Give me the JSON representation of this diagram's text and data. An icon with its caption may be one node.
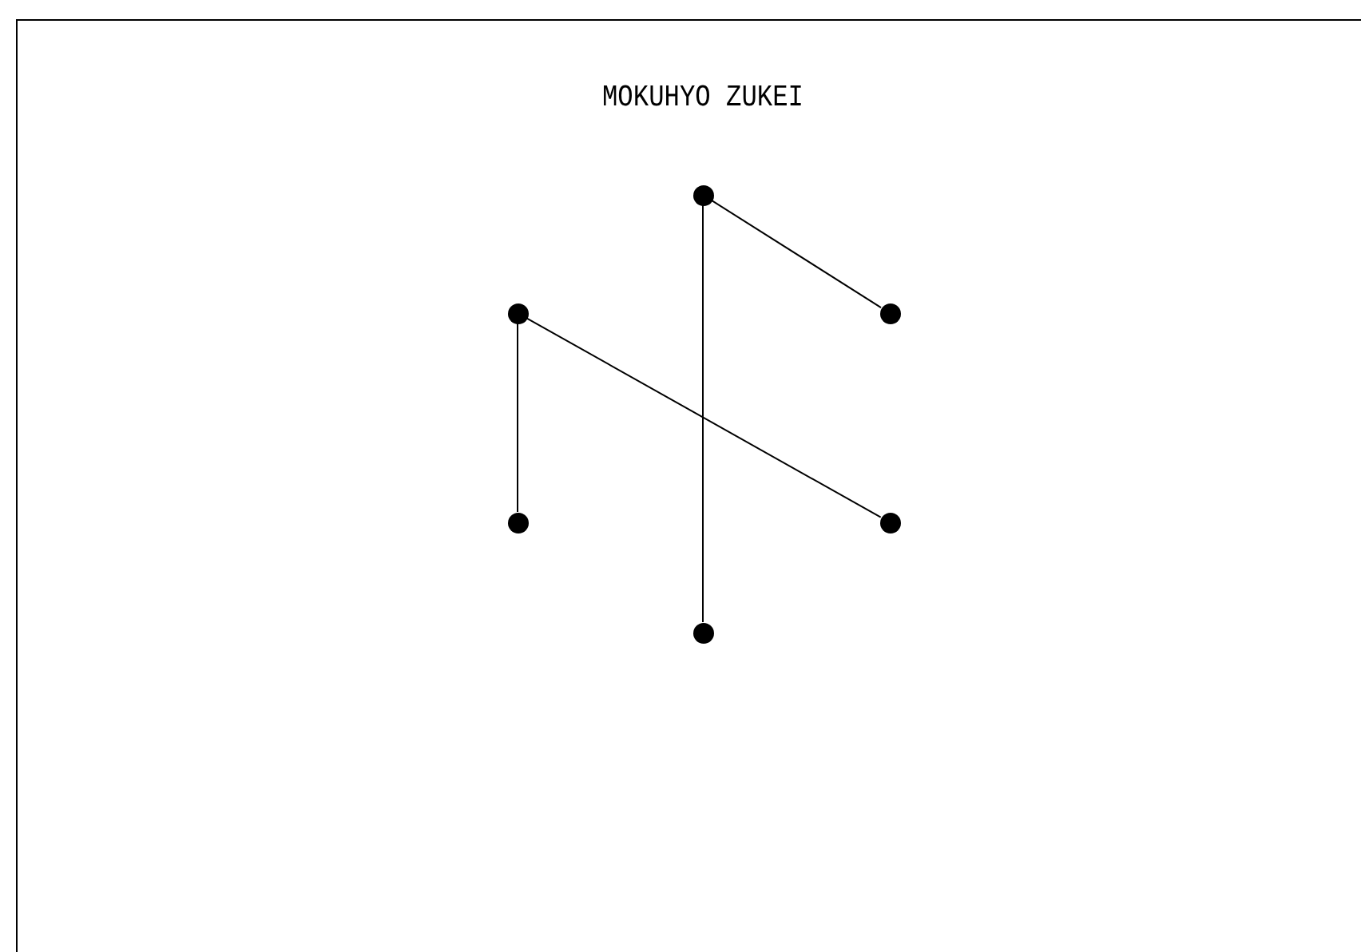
{
  "diagram": {
    "title": "MOKUHYO ZUKEI",
    "nodes": [
      {
        "text": [],
        "shape": "circle"
      },
      {
        "text": [],
        "shape": "circle"
      },
      {
        "text": [],
        "shape": "circle"
      },
      {
        "text": [],
        "shape": "circle"
      },
      {
        "text": [],
        "shape": "circle"
      },
      {
        "text": [],
        "shape": "circle"
      }
    ],
    "edges": [
      {
        "from": 0,
        "to": 2,
        "arrow": "none"
      },
      {
        "from": 0,
        "to": 5,
        "arrow": "none"
      },
      {
        "from": 1,
        "to": 3,
        "arrow": "none"
      },
      {
        "from": 1,
        "to": 4,
        "arrow": "none"
      }
    ]
  }
}
